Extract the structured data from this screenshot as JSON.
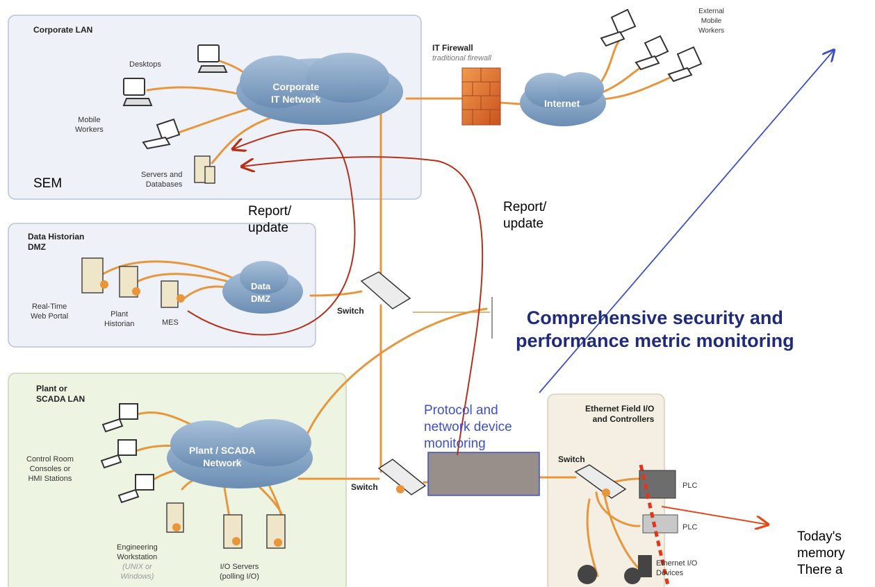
{
  "zones": {
    "corporate_lan": "Corporate LAN",
    "historian": [
      "Data Historian",
      "DMZ"
    ],
    "plant": [
      "Plant or",
      "SCADA LAN"
    ],
    "field": [
      "Ethernet Field I/O",
      "and Controllers"
    ]
  },
  "clouds": {
    "corporate": [
      "Corporate",
      "IT Network"
    ],
    "internet": "Internet",
    "data_dmz": [
      "Data",
      "DMZ"
    ],
    "plant": [
      "Plant / SCADA",
      "Network"
    ]
  },
  "firewall": {
    "title": "IT Firewall",
    "subtitle": "traditional firewall"
  },
  "labels": {
    "desktops": "Desktops",
    "mobile_workers": [
      "Mobile",
      "Workers"
    ],
    "servers": [
      "Servers and",
      "Databases"
    ],
    "external": [
      "External",
      "Mobile",
      "Workers"
    ],
    "realtime": [
      "Real-Time",
      "Web Portal"
    ],
    "historian": [
      "Plant",
      "Historian"
    ],
    "mes": "MES",
    "control_room": [
      "Control Room",
      "Consoles or",
      "HMI Stations"
    ],
    "engineering": [
      "Engineering",
      "Workstation",
      "(UNIX or",
      "Windows)"
    ],
    "io_servers": [
      "I/O Servers",
      "(polling I/O)"
    ],
    "switch": "Switch",
    "plc": "PLC",
    "ethernet_io": [
      "Ethernet I/O",
      "Devices"
    ]
  },
  "annotations": {
    "sem": "SEM",
    "report1": [
      "Report/",
      "update"
    ],
    "report2": [
      "Report/",
      "update"
    ],
    "protocol": [
      "Protocol and",
      "network device",
      "monitoring"
    ],
    "headline": [
      "Comprehensive security and",
      "performance metric monitoring"
    ],
    "today": [
      "Today's",
      "memory",
      "There a"
    ]
  },
  "colors": {
    "wire": "#e8963c",
    "cloud": "#7f9fc0",
    "arrow_red": "#b53018",
    "arrow_blue": "#3d4fc8",
    "headline": "#1f2b7a"
  }
}
